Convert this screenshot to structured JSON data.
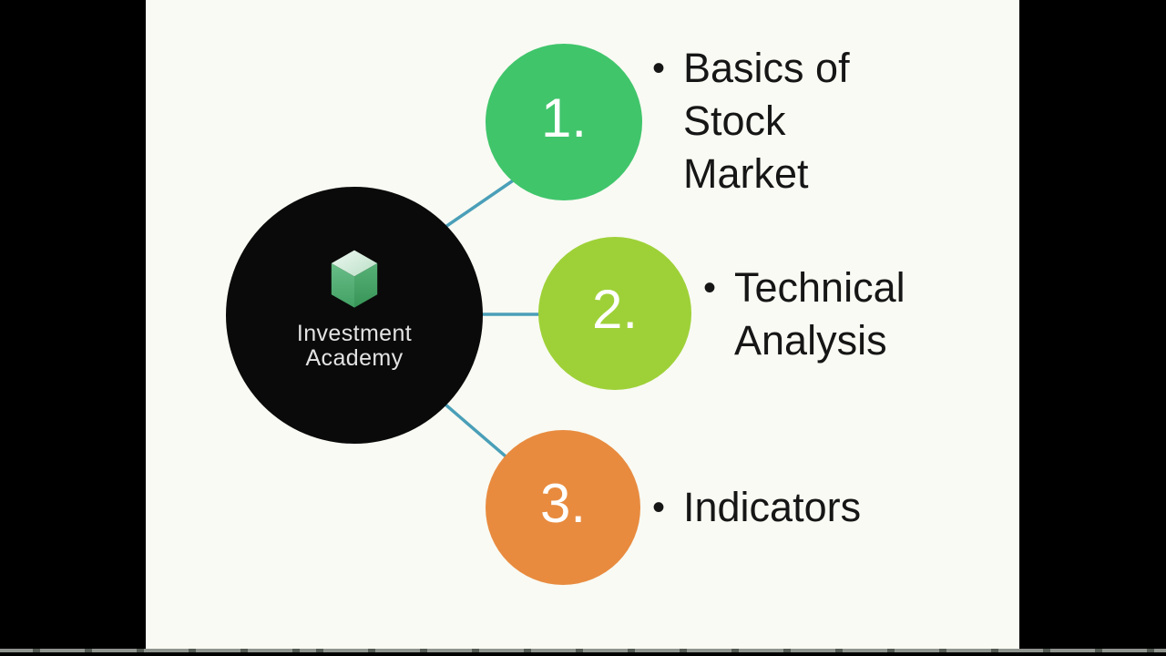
{
  "scene": {
    "background": "#000000",
    "slide_background": "#f9faf3",
    "connector_color": "#4a9fb8",
    "progress_bar_color": "#8f948f"
  },
  "hub": {
    "line1": "Investment",
    "line2": "Academy",
    "circle_color": "#0a0a0a",
    "text_color": "#e3e3e3",
    "cube_icon": {
      "name": "cube-logo-icon",
      "top_color": "#e2f2e7",
      "top_color_deep": "#b9dfc6",
      "left_color": "#69bd87",
      "left_color_deep": "#42a164",
      "right_color": "#57b176",
      "right_color_deep": "#379457"
    }
  },
  "styles": {
    "number_text_color": "#ffffff",
    "label_text_color": "#161616"
  },
  "nodes": [
    {
      "number": "1.",
      "bullet": "•",
      "circle_color": "#40c56b",
      "label": "Basics of Stock Market",
      "lines": [
        "Basics of",
        "Stock",
        "Market"
      ]
    },
    {
      "number": "2.",
      "bullet": "•",
      "circle_color": "#9ed138",
      "label": "Technical Analysis",
      "lines": [
        "Technical",
        "Analysis"
      ]
    },
    {
      "number": "3.",
      "bullet": "•",
      "circle_color": "#e88b3f",
      "label": "Indicators",
      "lines": [
        "Indicators"
      ]
    }
  ]
}
